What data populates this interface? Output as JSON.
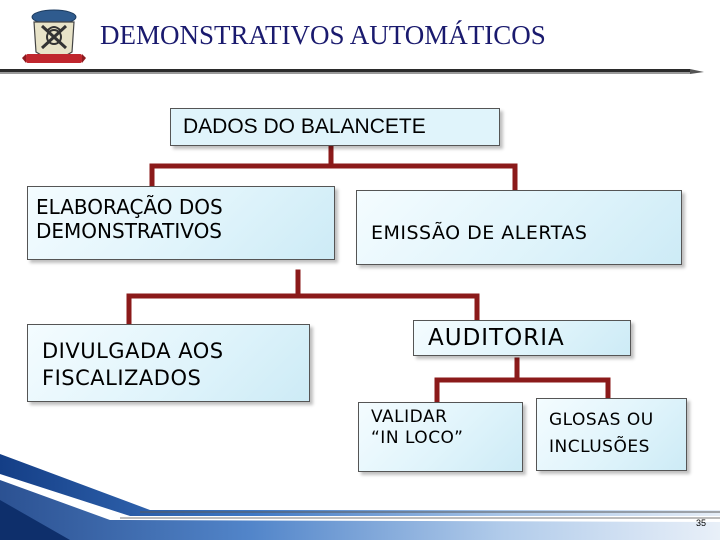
{
  "header": {
    "title": "DEMONSTRATIVOS AUTOMÁTICOS"
  },
  "diagram": {
    "root": "DADOS DO BALANCETE",
    "elaboracao": "ELABORAÇÃO DOS\nDEMONSTRATIVOS",
    "emissao": "EMISSÃO DE ALERTAS",
    "divulgada": "DIVULGADA AOS\nFISCALIZADOS",
    "auditoria": "AUDITORIA",
    "validar": "VALIDAR\n“IN LOCO”",
    "glosas": "GLOSAS OU\nINCLUSÕES"
  },
  "footer": {
    "page_number": "35"
  },
  "colors": {
    "connector": "#8b1a1a",
    "box_fill": "#e0f4fb",
    "title": "#1a1a6e",
    "footer_blue": "#1f4f9a"
  }
}
